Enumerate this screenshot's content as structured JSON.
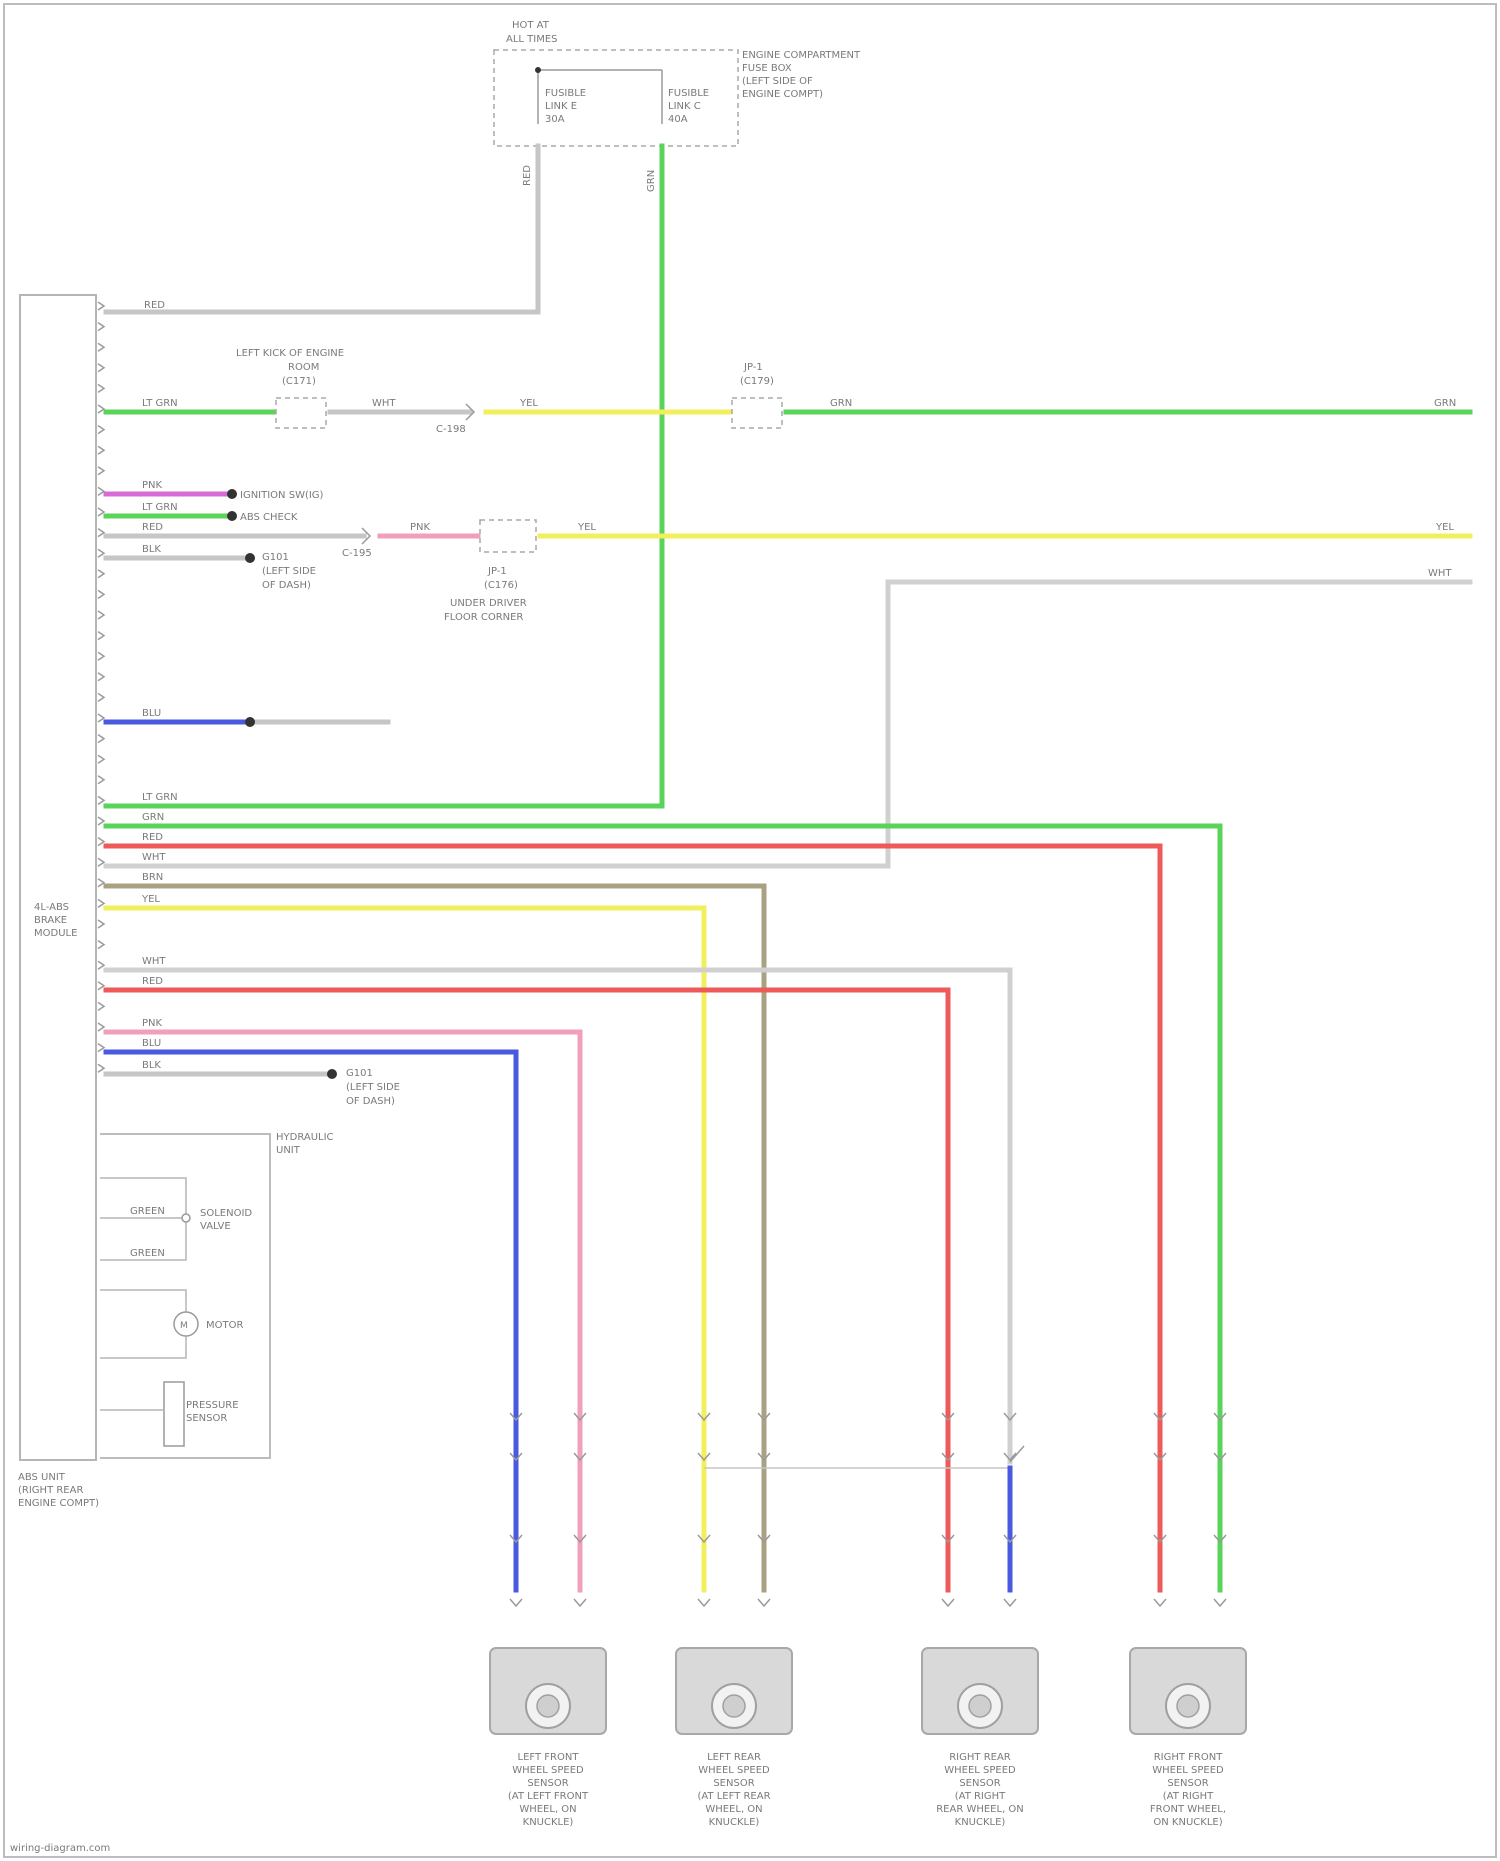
{
  "module": {
    "name_lines": [
      "4L-ABS",
      "BRAKE",
      "MODULE"
    ],
    "location_lines": [
      "ABS UNIT",
      "(RIGHT REAR",
      "ENGINE COMPT)"
    ]
  },
  "fuse_block": {
    "title_lines": [
      "HOT AT",
      "ALL TIMES"
    ],
    "caption_lines": [
      "ENGINE COMPARTMENT",
      "FUSE BOX",
      "(LEFT SIDE OF",
      "ENGINE COMPT)"
    ],
    "fuse_a": [
      "FUSIBLE",
      "LINK E",
      "30A"
    ],
    "fuse_b": [
      "FUSIBLE",
      "LINK C",
      "40A"
    ]
  },
  "connectors": {
    "left_top": [
      "LEFT KICK OF ENGINE",
      "ROOM",
      "(C171)"
    ],
    "right_top": [
      "JP-1",
      "(C179)"
    ],
    "middle": [
      "JP-1",
      "(C176)"
    ],
    "middle_caption": [
      "UNDER DRIVER",
      "FLOOR CORNER"
    ],
    "c198": "C-198",
    "c195": "C-195"
  },
  "grounds": {
    "g1": [
      "G101",
      "(LEFT SIDE",
      "OF DASH)"
    ],
    "g2": [
      "G101",
      "(LEFT SIDE",
      "OF DASH)"
    ]
  },
  "splices": {
    "s1": "IGNITION SW(IG)",
    "s2": "ABS CHECK"
  },
  "hydraulic": {
    "title_lines": [
      "HYDRAULIC",
      "UNIT"
    ],
    "valve_label": [
      "SOLENOID",
      "VALVE"
    ],
    "motor_label": "MOTOR",
    "pressure_label": [
      "PRESSURE",
      "SENSOR"
    ],
    "wire1": "GREEN",
    "wire2": "GREEN"
  },
  "wire_colors": {
    "green": "#5ad35a",
    "yellow": "#f2ef5c",
    "pink": "#f0a0b8",
    "magenta": "#d86ad8",
    "red": "#ee5a5a",
    "blue": "#4a5ae0",
    "tan": "#a9a282",
    "grey": "#c6c6c6",
    "black": "#444444"
  },
  "wire_labels": {
    "red_top": "RED",
    "lt_grn_1": "LT GRN",
    "wht": "WHT",
    "yel_1": "YEL",
    "grn_1": "GRN",
    "grn_2": "GRN",
    "pnk": "PNK",
    "lt_grn_2": "LT GRN",
    "red_1": "RED",
    "blk_1": "BLK",
    "pnk_2": "PNK",
    "yel_2": "YEL",
    "wht_2": "WHT",
    "blu": "BLU",
    "lt_grn_3": "LT GRN",
    "grn_3": "GRN",
    "red_2": "RED",
    "wht_3": "WHT",
    "brn": "BRN",
    "yel_3": "YEL",
    "wht_4": "WHT",
    "red_3": "RED",
    "pnk_3": "PNK",
    "blu_2": "BLU",
    "blk_2": "BLK"
  },
  "sensors": [
    {
      "lines": [
        "LEFT FRONT",
        "WHEEL SPEED",
        "SENSOR",
        "(AT LEFT FRONT",
        "WHEEL, ON",
        "KNUCKLE)"
      ]
    },
    {
      "lines": [
        "LEFT REAR",
        "WHEEL SPEED",
        "SENSOR",
        "(AT LEFT REAR",
        "WHEEL, ON",
        "KNUCKLE)"
      ]
    },
    {
      "lines": [
        "RIGHT REAR",
        "WHEEL SPEED",
        "SENSOR",
        "(AT RIGHT",
        "REAR WHEEL, ON",
        "KNUCKLE)"
      ]
    },
    {
      "lines": [
        "RIGHT FRONT",
        "WHEEL SPEED",
        "SENSOR",
        "(AT RIGHT",
        "FRONT WHEEL,",
        "ON KNUCKLE)"
      ]
    }
  ],
  "footer": "wiring-diagram.com"
}
